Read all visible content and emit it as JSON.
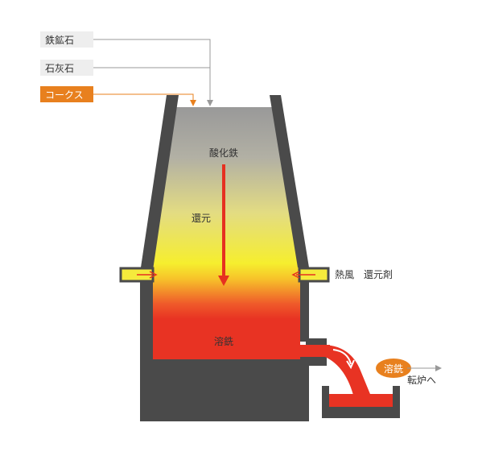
{
  "inputs": [
    {
      "label": "鉄鉱石",
      "color": "#eeeeee",
      "text_color": "#333333"
    },
    {
      "label": "石灰石",
      "color": "#eeeeee",
      "text_color": "#333333"
    },
    {
      "label": "コークス",
      "color": "#e8801e",
      "text_color": "#ffffff"
    }
  ],
  "furnace": {
    "top_label": "酸化鉄",
    "middle_label": "還元",
    "bottom_label": "溶銑",
    "side_label": "熱風　還元剤"
  },
  "output": {
    "badge_label": "溶銑",
    "destination_label": "転炉へ"
  },
  "colors": {
    "wall": "#4a4a4a",
    "arrow_red": "#e63020",
    "molten": "#e83323",
    "accent_orange": "#e8801e",
    "pipe_yellow": "#f5ea3c",
    "line_gray": "#999999"
  }
}
